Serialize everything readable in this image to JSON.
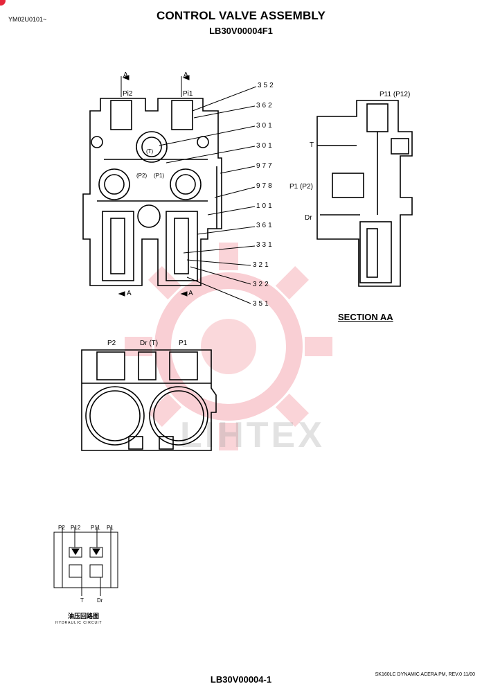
{
  "header": {
    "doc_id": "YM02U0101~",
    "title": "CONTROL VALVE ASSEMBLY",
    "subtitle": "LB30V00004F1"
  },
  "top_view": {
    "section_marks": [
      "A",
      "A",
      "A",
      "A"
    ],
    "ports": {
      "pi2": "Pi2",
      "pi1": "Pi1",
      "t": "(T)",
      "p2": "(P2)",
      "p1": "(P1)"
    },
    "callouts": [
      "352",
      "362",
      "301",
      "301",
      "977",
      "978",
      "101",
      "361",
      "331",
      "321",
      "322",
      "351"
    ]
  },
  "section_view": {
    "title": "SECTION AA",
    "ports": {
      "p11": "P11 (P12)",
      "t": "T",
      "p1": "P1 (P2)",
      "dr": "Dr"
    }
  },
  "bottom_view": {
    "ports": {
      "p2": "P2",
      "dr": "Dr (T)",
      "p1": "P1"
    }
  },
  "circuit": {
    "labels": {
      "p2": "P2",
      "p12": "P12",
      "p11": "P11",
      "p1": "P1",
      "t": "T",
      "dr": "Dr"
    },
    "caption_cn": "油压回路图",
    "caption_en": "HYDRAULIC CIRCUIT"
  },
  "watermark": "LIHTEX",
  "footer": {
    "part_no": "LB30V00004-1",
    "rev": "SK160LC DYNAMIC ACERA PM,  REV.0 11/00"
  },
  "colors": {
    "watermark": "#e5263a",
    "ink": "#000000"
  }
}
